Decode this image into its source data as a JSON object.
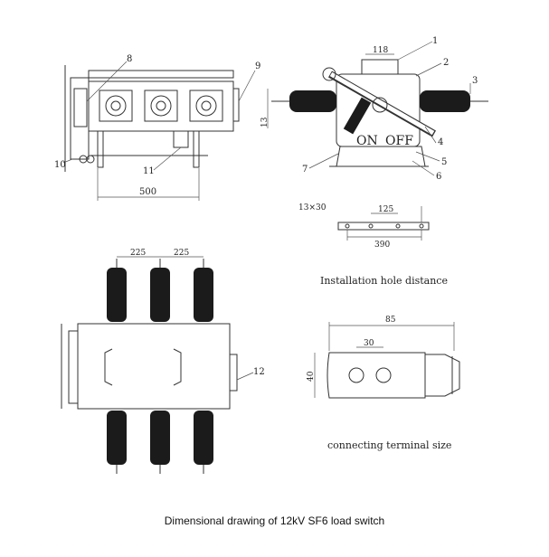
{
  "caption": "Dimensional drawing of 12kV SF6 load switch",
  "callouts": [
    "1",
    "2",
    "3",
    "4",
    "5",
    "6",
    "7",
    "8",
    "9",
    "10",
    "11",
    "12"
  ],
  "front_view": {
    "dim_width": "500"
  },
  "side_view": {
    "dim_top": "118",
    "dim_side": "13",
    "label_on": "ON",
    "label_off": "OFF"
  },
  "hole_view": {
    "dim_slot": "13×30",
    "dim_pitch": "125",
    "dim_total": "390",
    "title": "Installation hole distance"
  },
  "top_view": {
    "dim_a": "225",
    "dim_b": "225"
  },
  "terminal_view": {
    "dim_length": "85",
    "dim_hole": "30",
    "dim_height": "40",
    "title": "connecting terminal size"
  }
}
